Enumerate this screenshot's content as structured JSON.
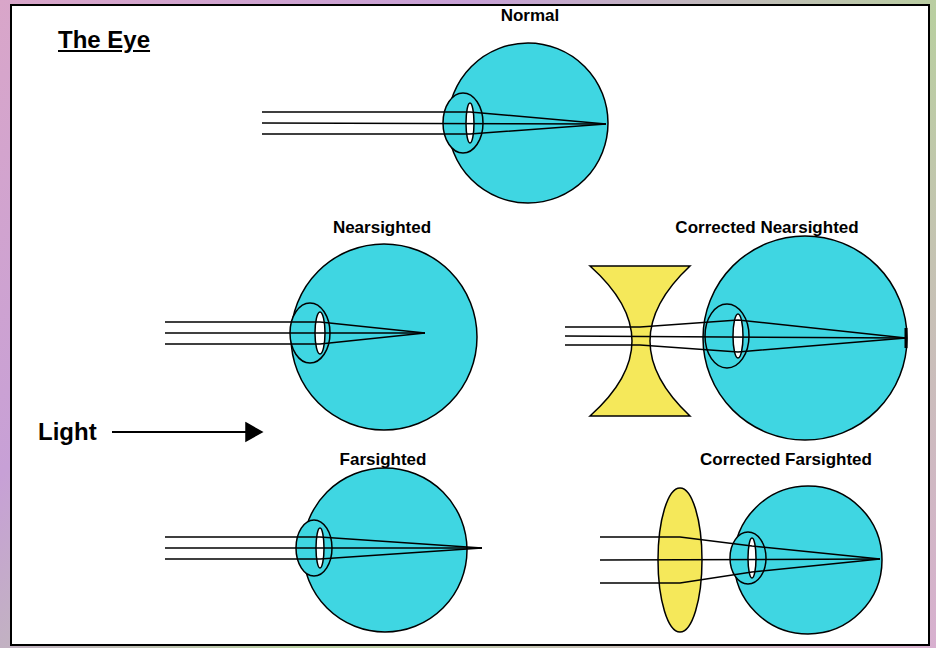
{
  "diagram": {
    "title": "The Eye",
    "labels": [
      "Normal",
      "Nearsighted",
      "Corrected Nearsighted",
      "Light",
      "Farsighted",
      "Corrected Farsighted"
    ]
  }
}
